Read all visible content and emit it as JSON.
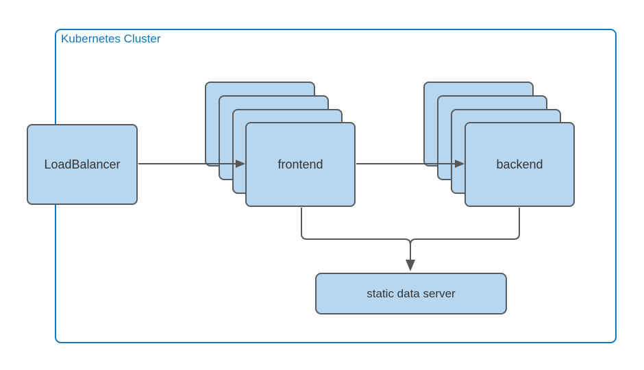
{
  "diagram": {
    "cluster": {
      "label": "Kubernetes Cluster"
    },
    "nodes": {
      "loadbalancer": {
        "label": "LoadBalancer"
      },
      "frontend": {
        "label": "frontend",
        "stack_count": 4
      },
      "backend": {
        "label": "backend",
        "stack_count": 4
      },
      "static_server": {
        "label": "static data server"
      }
    },
    "edges": [
      {
        "from": "loadbalancer",
        "to": "frontend",
        "arrow": true
      },
      {
        "from": "frontend",
        "to": "backend",
        "arrow": true
      },
      {
        "from": "frontend",
        "to": "static_server",
        "arrow": true
      },
      {
        "from": "backend",
        "to": "static_server",
        "arrow": true
      }
    ],
    "colors": {
      "cluster_border": "#1377bd",
      "node_fill": "#b7d6f0",
      "node_border": "#595b5d",
      "connector": "#565656",
      "label_text": "#343434"
    }
  }
}
